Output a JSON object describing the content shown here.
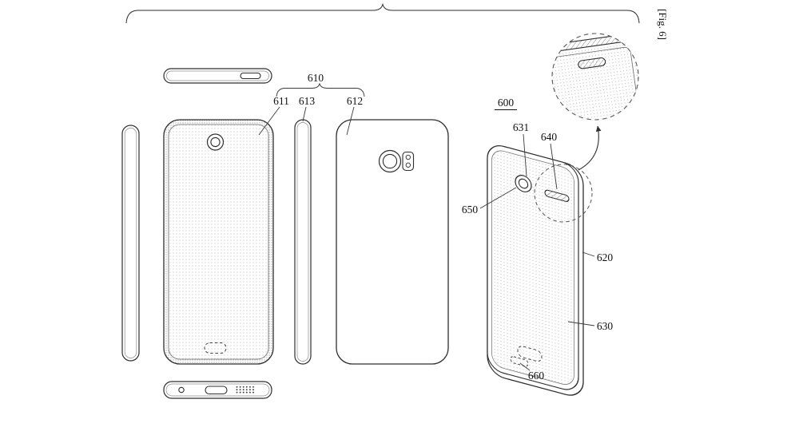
{
  "figure": {
    "tag": "[Fig. 6]"
  },
  "labels": {
    "n600": "600",
    "n610": "610",
    "n611": "611",
    "n612": "612",
    "n613": "613",
    "n620": "620",
    "n630": "630",
    "n631": "631",
    "n640": "640",
    "n650": "650",
    "n660": "660"
  },
  "style": {
    "ink_color": "#2e2e2e",
    "background": "#ffffff"
  }
}
